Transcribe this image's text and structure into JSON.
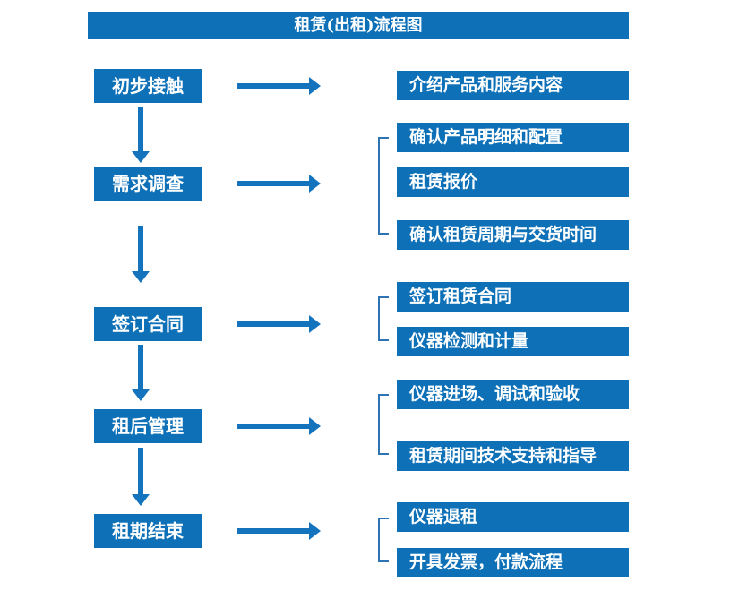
{
  "title": "租赁(出租)流程图",
  "colors": {
    "box_blue": "#0e71b8",
    "arrow_blue": "#1373bd",
    "bracket_blue": "#2e74b5",
    "text_white": "#ffffff"
  },
  "stages": [
    {
      "label": "初步接触",
      "details": [
        "介绍产品和服务内容"
      ]
    },
    {
      "label": "需求调查",
      "details": [
        "确认产品明细和配置",
        "租赁报价",
        "确认租赁周期与交货时间"
      ]
    },
    {
      "label": "签订合同",
      "details": [
        "签订租赁合同",
        "仪器检测和计量"
      ]
    },
    {
      "label": "租后管理",
      "details": [
        "仪器进场、调试和验收",
        "租赁期间技术支持和指导"
      ]
    },
    {
      "label": "租期结束",
      "details": [
        "仪器退租",
        "开具发票，付款流程"
      ]
    }
  ]
}
